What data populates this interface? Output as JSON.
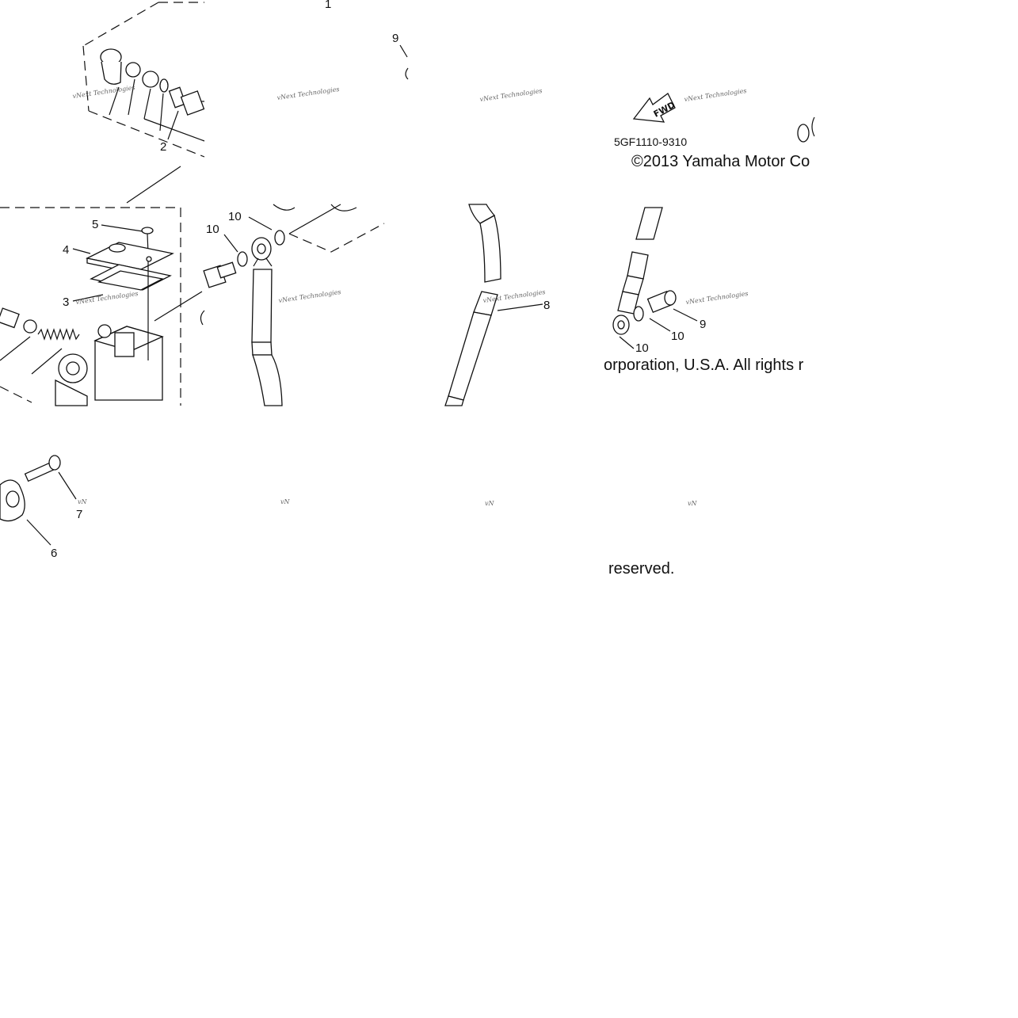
{
  "callouts": {
    "c1": "1",
    "c2": "2",
    "c3": "3",
    "c4": "4",
    "c5": "5",
    "c6": "6",
    "c7": "7",
    "c8": "8",
    "c9a": "9",
    "c9b": "9",
    "c10a": "10",
    "c10b": "10",
    "c10c": "10",
    "c10d": "10"
  },
  "fwd_label": "FWD",
  "part_code": "5GF1110-9310",
  "copyright": {
    "line1": "©2013 Yamaha Motor Co",
    "line2": "orporation, U.S.A. All rights r",
    "line3": "reserved."
  },
  "watermark": {
    "text": "vNext Technologies",
    "short": "vN"
  }
}
